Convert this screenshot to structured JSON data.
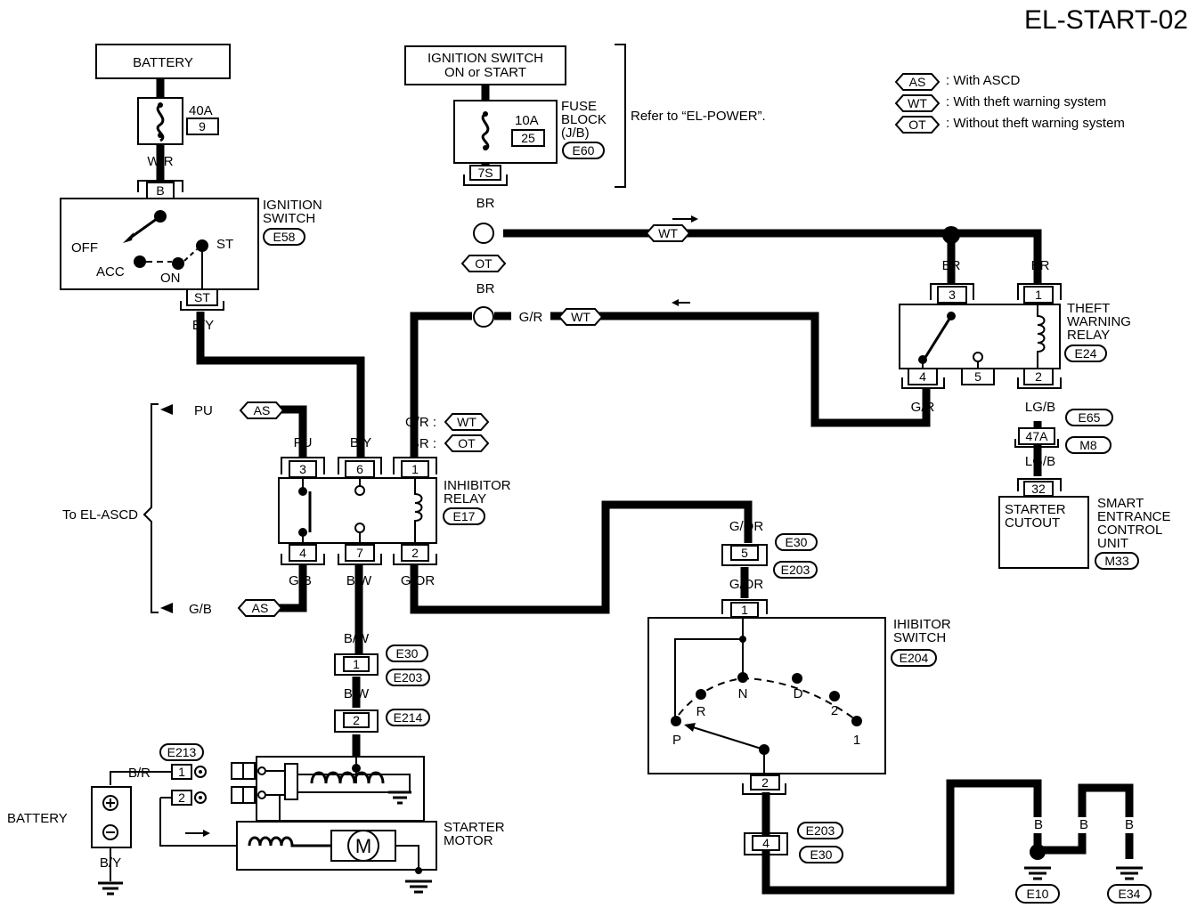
{
  "page_title": "EL-START-02",
  "legend": [
    {
      "tag": "AS",
      "text": ": With ASCD"
    },
    {
      "tag": "WT",
      "text": ": With theft warning system"
    },
    {
      "tag": "OT",
      "text": ": Without theft warning system"
    }
  ],
  "battery_top": {
    "label": "BATTERY",
    "fuse_amp": "40A",
    "fuse_no": "9",
    "wire": "W/R"
  },
  "ignition_switch": {
    "label_1": "IGNITION",
    "label_2": "SWITCH",
    "connector": "E58",
    "pin_in": "B",
    "pin_out": "ST",
    "out_wire": "B/Y",
    "pos_off": "OFF",
    "pos_acc": "ACC",
    "pos_on": "ON",
    "pos_st": "ST"
  },
  "ign_source": {
    "line1": "IGNITION SWITCH",
    "line2": "ON or START"
  },
  "fuse_block": {
    "amp": "10A",
    "no": "25",
    "label_1": "FUSE",
    "label_2": "BLOCK",
    "label_3": "(J/B)",
    "connector": "E60",
    "pin": "7S",
    "refer": "Refer to “EL-POWER”."
  },
  "br_wire": "BR",
  "gr_wire": "G/R",
  "tags": {
    "wt": "WT",
    "ot": "OT",
    "as": "AS"
  },
  "theft_relay": {
    "label_1": "THEFT",
    "label_2": "WARNING",
    "label_3": "RELAY",
    "connector": "E24",
    "pin3": "3",
    "pin1": "1",
    "pin4": "4",
    "pin5": "5",
    "pin2": "2",
    "wire3": "BR",
    "wire1": "BR",
    "wire4": "G/R",
    "wire2": "LG/B"
  },
  "sec_unit": {
    "conn_a": "E65",
    "pin_a": "47A",
    "conn_b": "M8",
    "wire": "LG/B",
    "pin": "32",
    "inner_1": "STARTER",
    "inner_2": "CUTOUT",
    "label_1": "SMART",
    "label_2": "ENTRANCE",
    "label_3": "CONTROL",
    "label_4": "UNIT",
    "connector": "M33"
  },
  "to_ascd": "To EL-ASCD",
  "inhibitor_relay": {
    "label_1": "INHIBITOR",
    "label_2": "RELAY",
    "connector": "E17",
    "pin3": "3",
    "pin6": "6",
    "pin1": "1",
    "pin4": "4",
    "pin7": "7",
    "pin2": "2",
    "wire_pu": "PU",
    "wire_by": "B/Y",
    "wire_gr": "G/R :",
    "wire_br": "BR :",
    "wire_gb": "G/B",
    "wire_bw": "B/W",
    "wire_gor": "G/OR"
  },
  "pu_out": "PU",
  "gb_out": "G/B",
  "bw_chain": {
    "wire": "B/W",
    "pin1": "1",
    "conn1a": "E30",
    "conn1b": "E203",
    "pin2": "2",
    "conn2": "E214"
  },
  "inhibitor_switch": {
    "label_1": "IHIBITOR",
    "label_2": "SWITCH",
    "connector": "E204",
    "gor_wire": "G/OR",
    "pin5": "5",
    "conn5a": "E30",
    "conn5b": "E203",
    "pin1": "1",
    "pin2": "2",
    "pos_r": "R",
    "pos_n": "N",
    "pos_d": "D",
    "pos_2": "2",
    "pos_1": "1",
    "pos_p": "P"
  },
  "ground_chain": {
    "wire": "B",
    "pin4": "4",
    "conn4a": "E203",
    "conn4b": "E30",
    "e10": "E10",
    "e34": "E34"
  },
  "starter_motor": {
    "label_1": "STARTER",
    "label_2": "MOTOR",
    "conn": "E213",
    "pin1": "1",
    "pin2": "2",
    "wire_br": "B/R",
    "battery": "BATTERY",
    "wire_by": "B/Y",
    "motor": "M"
  }
}
